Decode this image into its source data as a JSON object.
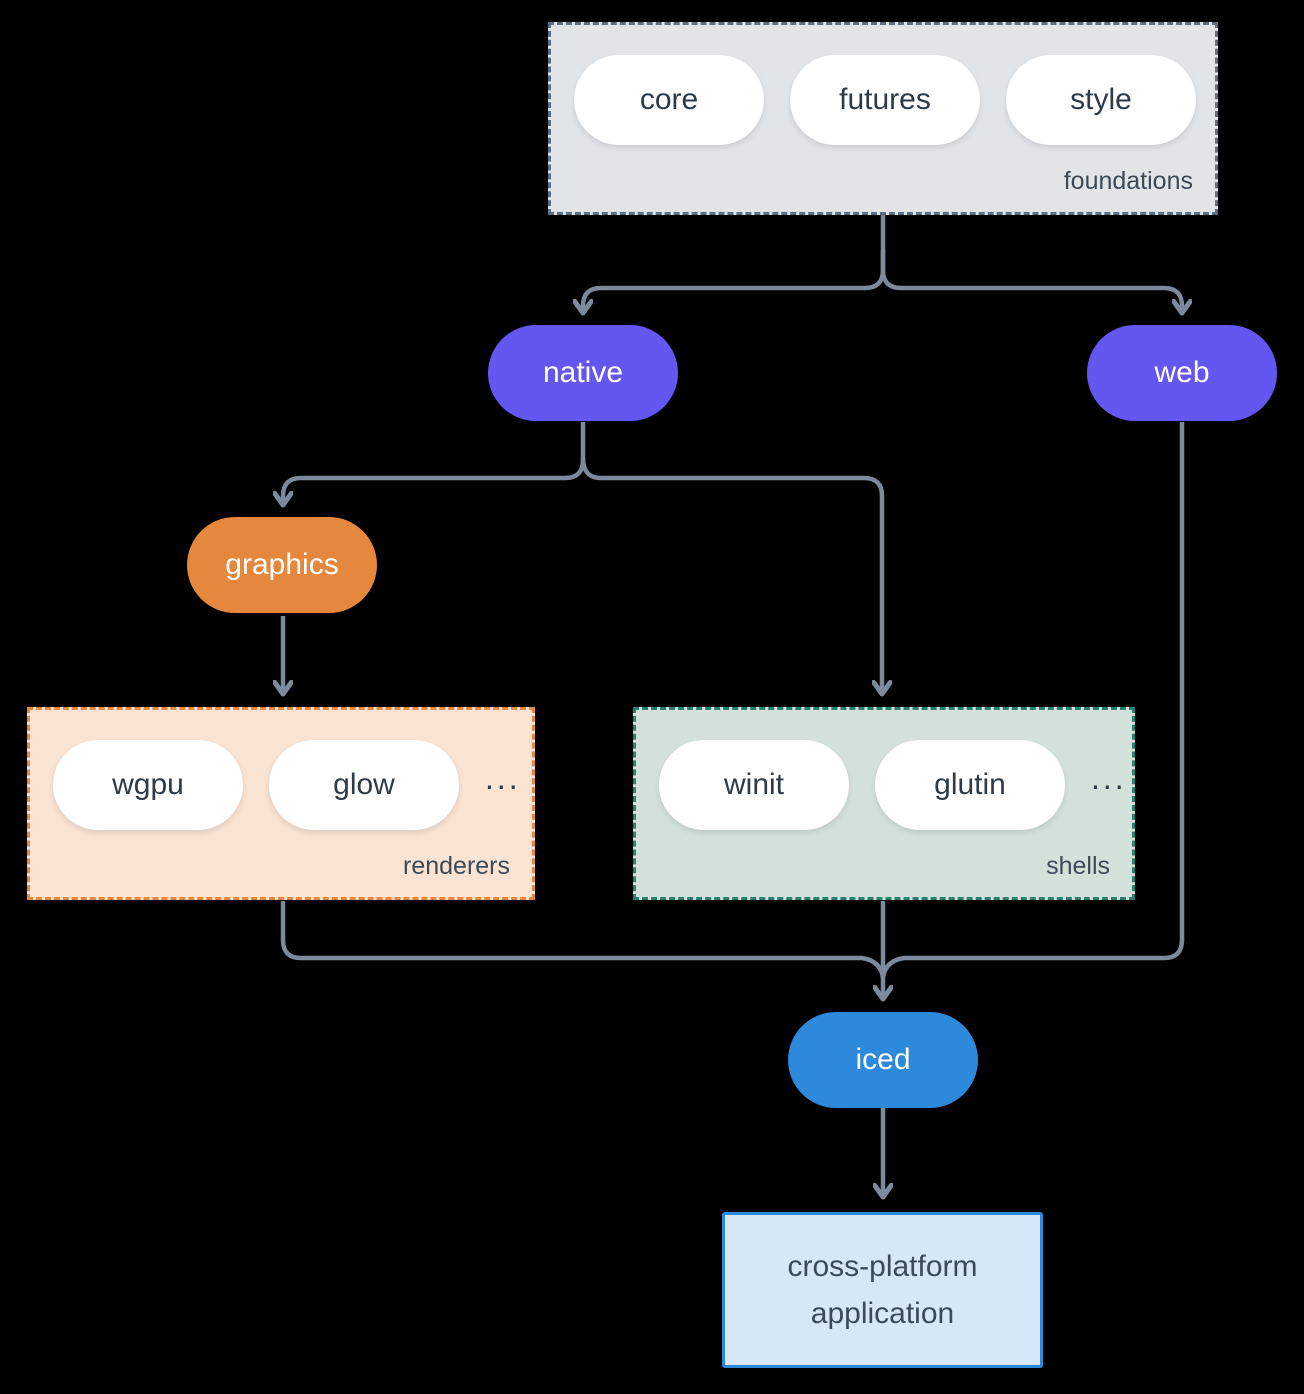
{
  "colors": {
    "background": "#000000",
    "connector": "#7b8a9c",
    "pill_fill": "#ffffff",
    "dark_text": "#2e3a45",
    "label_text": "#3c4a57",
    "light_text": "#ffffff",
    "foundations_fill": "#e2e5e8",
    "foundations_border": "#5d6e80",
    "renderers_fill": "#f9e3d3",
    "renderers_border": "#e5883d",
    "shells_fill": "#d4e1db",
    "shells_border": "#2a806e",
    "purple": "#6456f0",
    "orange": "#e5883d",
    "blue": "#2d89dc",
    "app_fill": "#d6e8f8"
  },
  "diagram": {
    "foundations": {
      "label": "foundations",
      "pills": [
        "core",
        "futures",
        "style"
      ]
    },
    "renderers": {
      "label": "renderers",
      "pills": [
        "wgpu",
        "glow"
      ],
      "ellipsis": "..."
    },
    "shells": {
      "label": "shells",
      "pills": [
        "winit",
        "glutin"
      ],
      "ellipsis": "..."
    },
    "nodes": {
      "native": "native",
      "web": "web",
      "graphics": "graphics",
      "iced": "iced"
    },
    "application": {
      "line1": "cross-platform",
      "line2": "application"
    }
  }
}
